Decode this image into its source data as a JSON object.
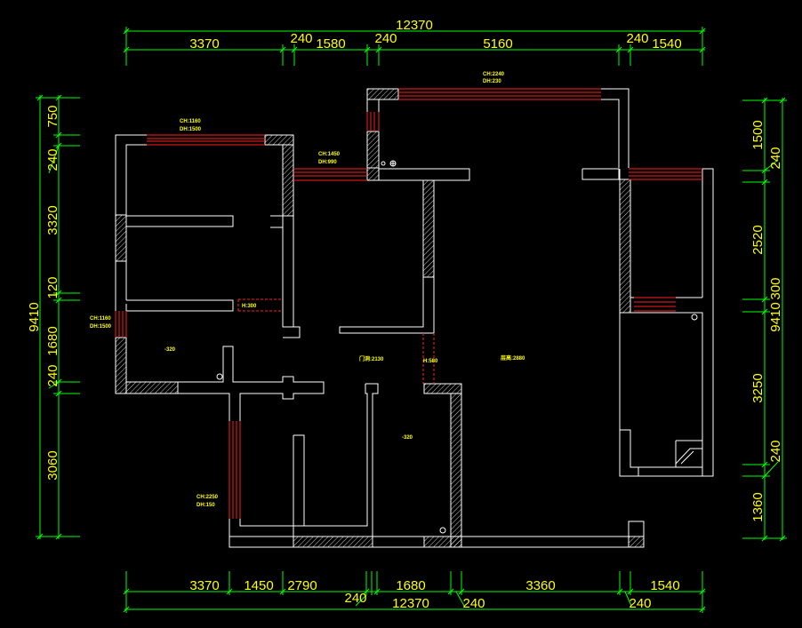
{
  "colors": {
    "background": "#000000",
    "dimension": "#00ff00",
    "dimension_text": "#ffff00",
    "wall": "#ffffff",
    "window": "#ff2020"
  },
  "dims": {
    "top": {
      "total": "12370",
      "seg1": "3370",
      "seg2": "240",
      "seg3": "1580",
      "seg4": "240",
      "seg5": "5160",
      "seg6": "240",
      "seg7": "1540"
    },
    "bottom": {
      "total": "12370",
      "seg1": "3370",
      "seg2": "1450",
      "seg3": "2790",
      "seg4": "240",
      "seg5": "1680",
      "seg6": "240",
      "seg7": "3360",
      "seg8": "240",
      "seg9": "1540"
    },
    "left": {
      "total": "9410",
      "seg1": "750",
      "seg2": "240",
      "seg3": "3320",
      "seg4": "120",
      "seg5": "1680",
      "seg6": "240",
      "seg7": "3060"
    },
    "right": {
      "total": "9410",
      "seg1": "1500",
      "seg2": "240",
      "seg3": "2520",
      "seg4": "300",
      "seg5": "3250",
      "seg6": "240",
      "seg7": "1360"
    }
  },
  "annotations": {
    "win_top_left": [
      "CH:1160",
      "DH:1500"
    ],
    "win_top_right": [
      "CH:2240",
      "DH:230"
    ],
    "win_mid": [
      "CH:1450",
      "DH:990"
    ],
    "win_left": [
      "CH:1160",
      "DH:1500"
    ],
    "win_bottom_left": [
      "CH:2250",
      "DH:150"
    ],
    "beam1": "H:300",
    "beam2": "H:580",
    "door_height": "门洞:2130",
    "ceiling_height": "层高:2880",
    "level1": "-320",
    "level2": "-320"
  }
}
